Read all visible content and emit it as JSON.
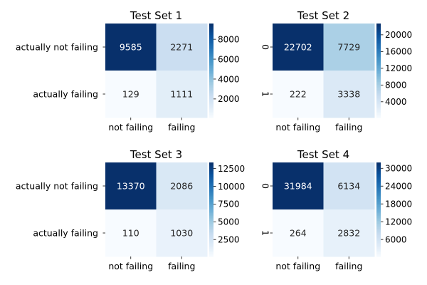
{
  "chart_data": [
    {
      "type": "heatmap",
      "title": "Test Set 1",
      "row_labels": [
        "actually not failing",
        "actually failing"
      ],
      "col_labels": [
        "not failing",
        "failing"
      ],
      "values": [
        [
          9585,
          2271
        ],
        [
          129,
          1111
        ]
      ],
      "colormap": "Blues",
      "colorbar": {
        "min": 129,
        "max": 9585,
        "ticks": [
          2000,
          4000,
          6000,
          8000
        ]
      }
    },
    {
      "type": "heatmap",
      "title": "Test Set 2",
      "row_labels": [
        "0",
        "1"
      ],
      "col_labels": [
        "not failing",
        "failing"
      ],
      "values": [
        [
          22702,
          7729
        ],
        [
          222,
          3338
        ]
      ],
      "colormap": "Blues",
      "colorbar": {
        "min": 222,
        "max": 22702,
        "ticks": [
          4000,
          8000,
          12000,
          16000,
          20000
        ]
      }
    },
    {
      "type": "heatmap",
      "title": "Test Set 3",
      "row_labels": [
        "actually not failing",
        "actually failing"
      ],
      "col_labels": [
        "not failing",
        "failing"
      ],
      "values": [
        [
          13370,
          2086
        ],
        [
          110,
          1030
        ]
      ],
      "colormap": "Blues",
      "colorbar": {
        "min": 110,
        "max": 13370,
        "ticks": [
          2500,
          5000,
          7500,
          10000,
          12500
        ]
      }
    },
    {
      "type": "heatmap",
      "title": "Test Set 4",
      "row_labels": [
        "0",
        "1"
      ],
      "col_labels": [
        "not failing",
        "failing"
      ],
      "values": [
        [
          31984,
          6134
        ],
        [
          264,
          2832
        ]
      ],
      "colormap": "Blues",
      "colorbar": {
        "min": 264,
        "max": 31984,
        "ticks": [
          6000,
          12000,
          18000,
          24000,
          30000
        ]
      }
    }
  ]
}
